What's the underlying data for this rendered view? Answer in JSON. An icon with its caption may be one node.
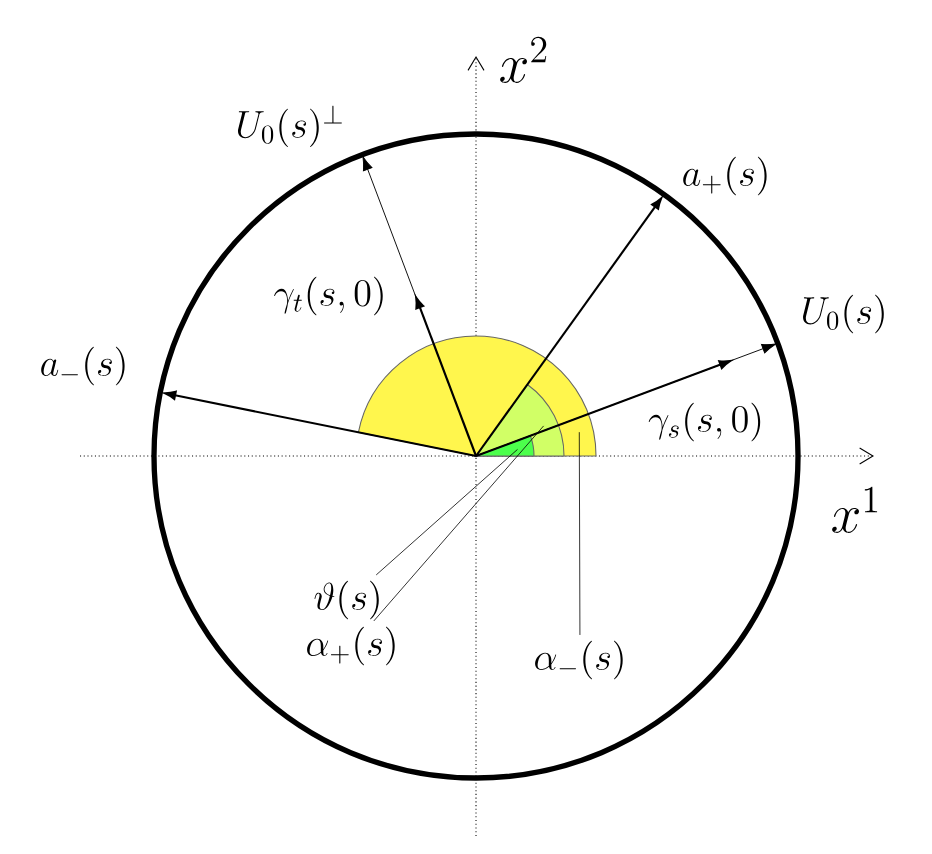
{
  "diagram": {
    "nodes": [
      {
        "text": [],
        "shape": "sector"
      },
      {
        "text": [],
        "shape": "sector",
        "in": 0
      },
      {
        "text": [],
        "shape": "sector",
        "in": 1
      },
      {
        "text": [
          "\\vartheta(s)"
        ]
      },
      {
        "text": [
          "\\alpha_{+}(s)"
        ]
      },
      {
        "text": [
          "\\alpha_{-}(s)"
        ]
      }
    ],
    "edges": [
      {
        "from": 3,
        "to": 2,
        "arrow": "none"
      },
      {
        "from": 4,
        "to": 1,
        "arrow": "none"
      },
      {
        "from": 5,
        "to": 0,
        "arrow": "none"
      }
    ],
    "labels": [
      "x^{2}",
      "U_{0}(s)^{\\perp}",
      "a_{+}(s)",
      "\\gamma_{t}(s,0)",
      "U_{0}(s)",
      "a_{-}(s)",
      "\\gamma_{s}(s,0)",
      "x^{1}"
    ]
  }
}
